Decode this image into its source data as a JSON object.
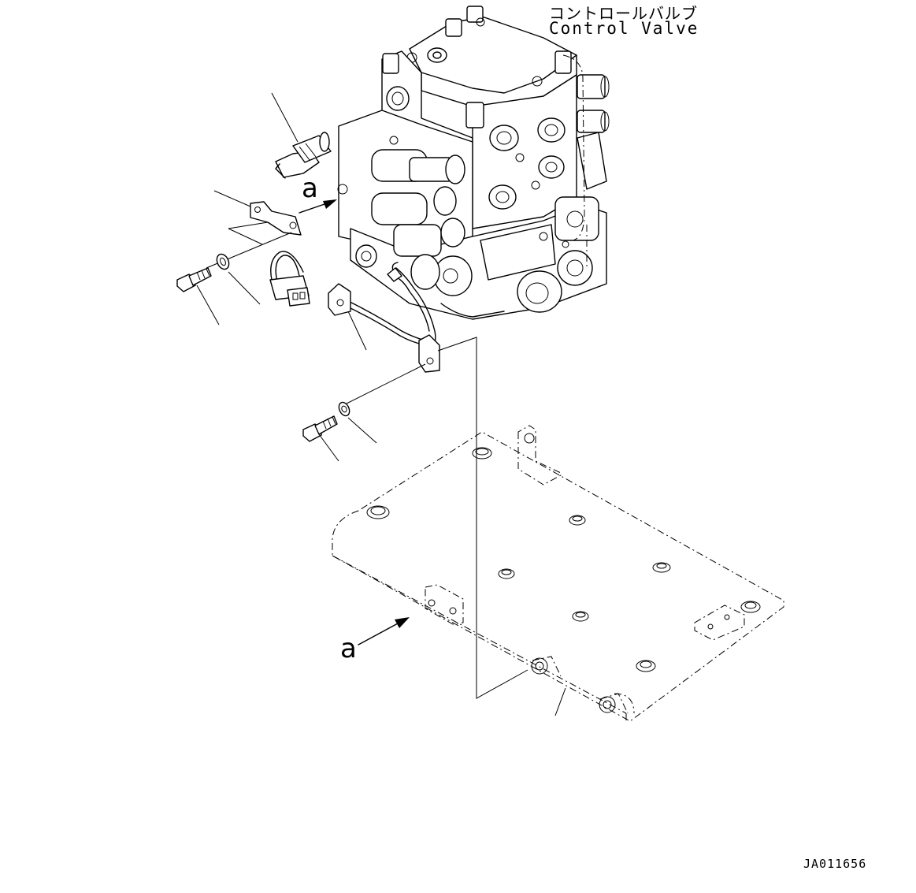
{
  "labels": {
    "title_jp": "コントロールバルブ",
    "title_en": "Control Valve",
    "ref_arrow_top": "a",
    "ref_arrow_bottom": "a",
    "drawing_number": "JA011656"
  }
}
